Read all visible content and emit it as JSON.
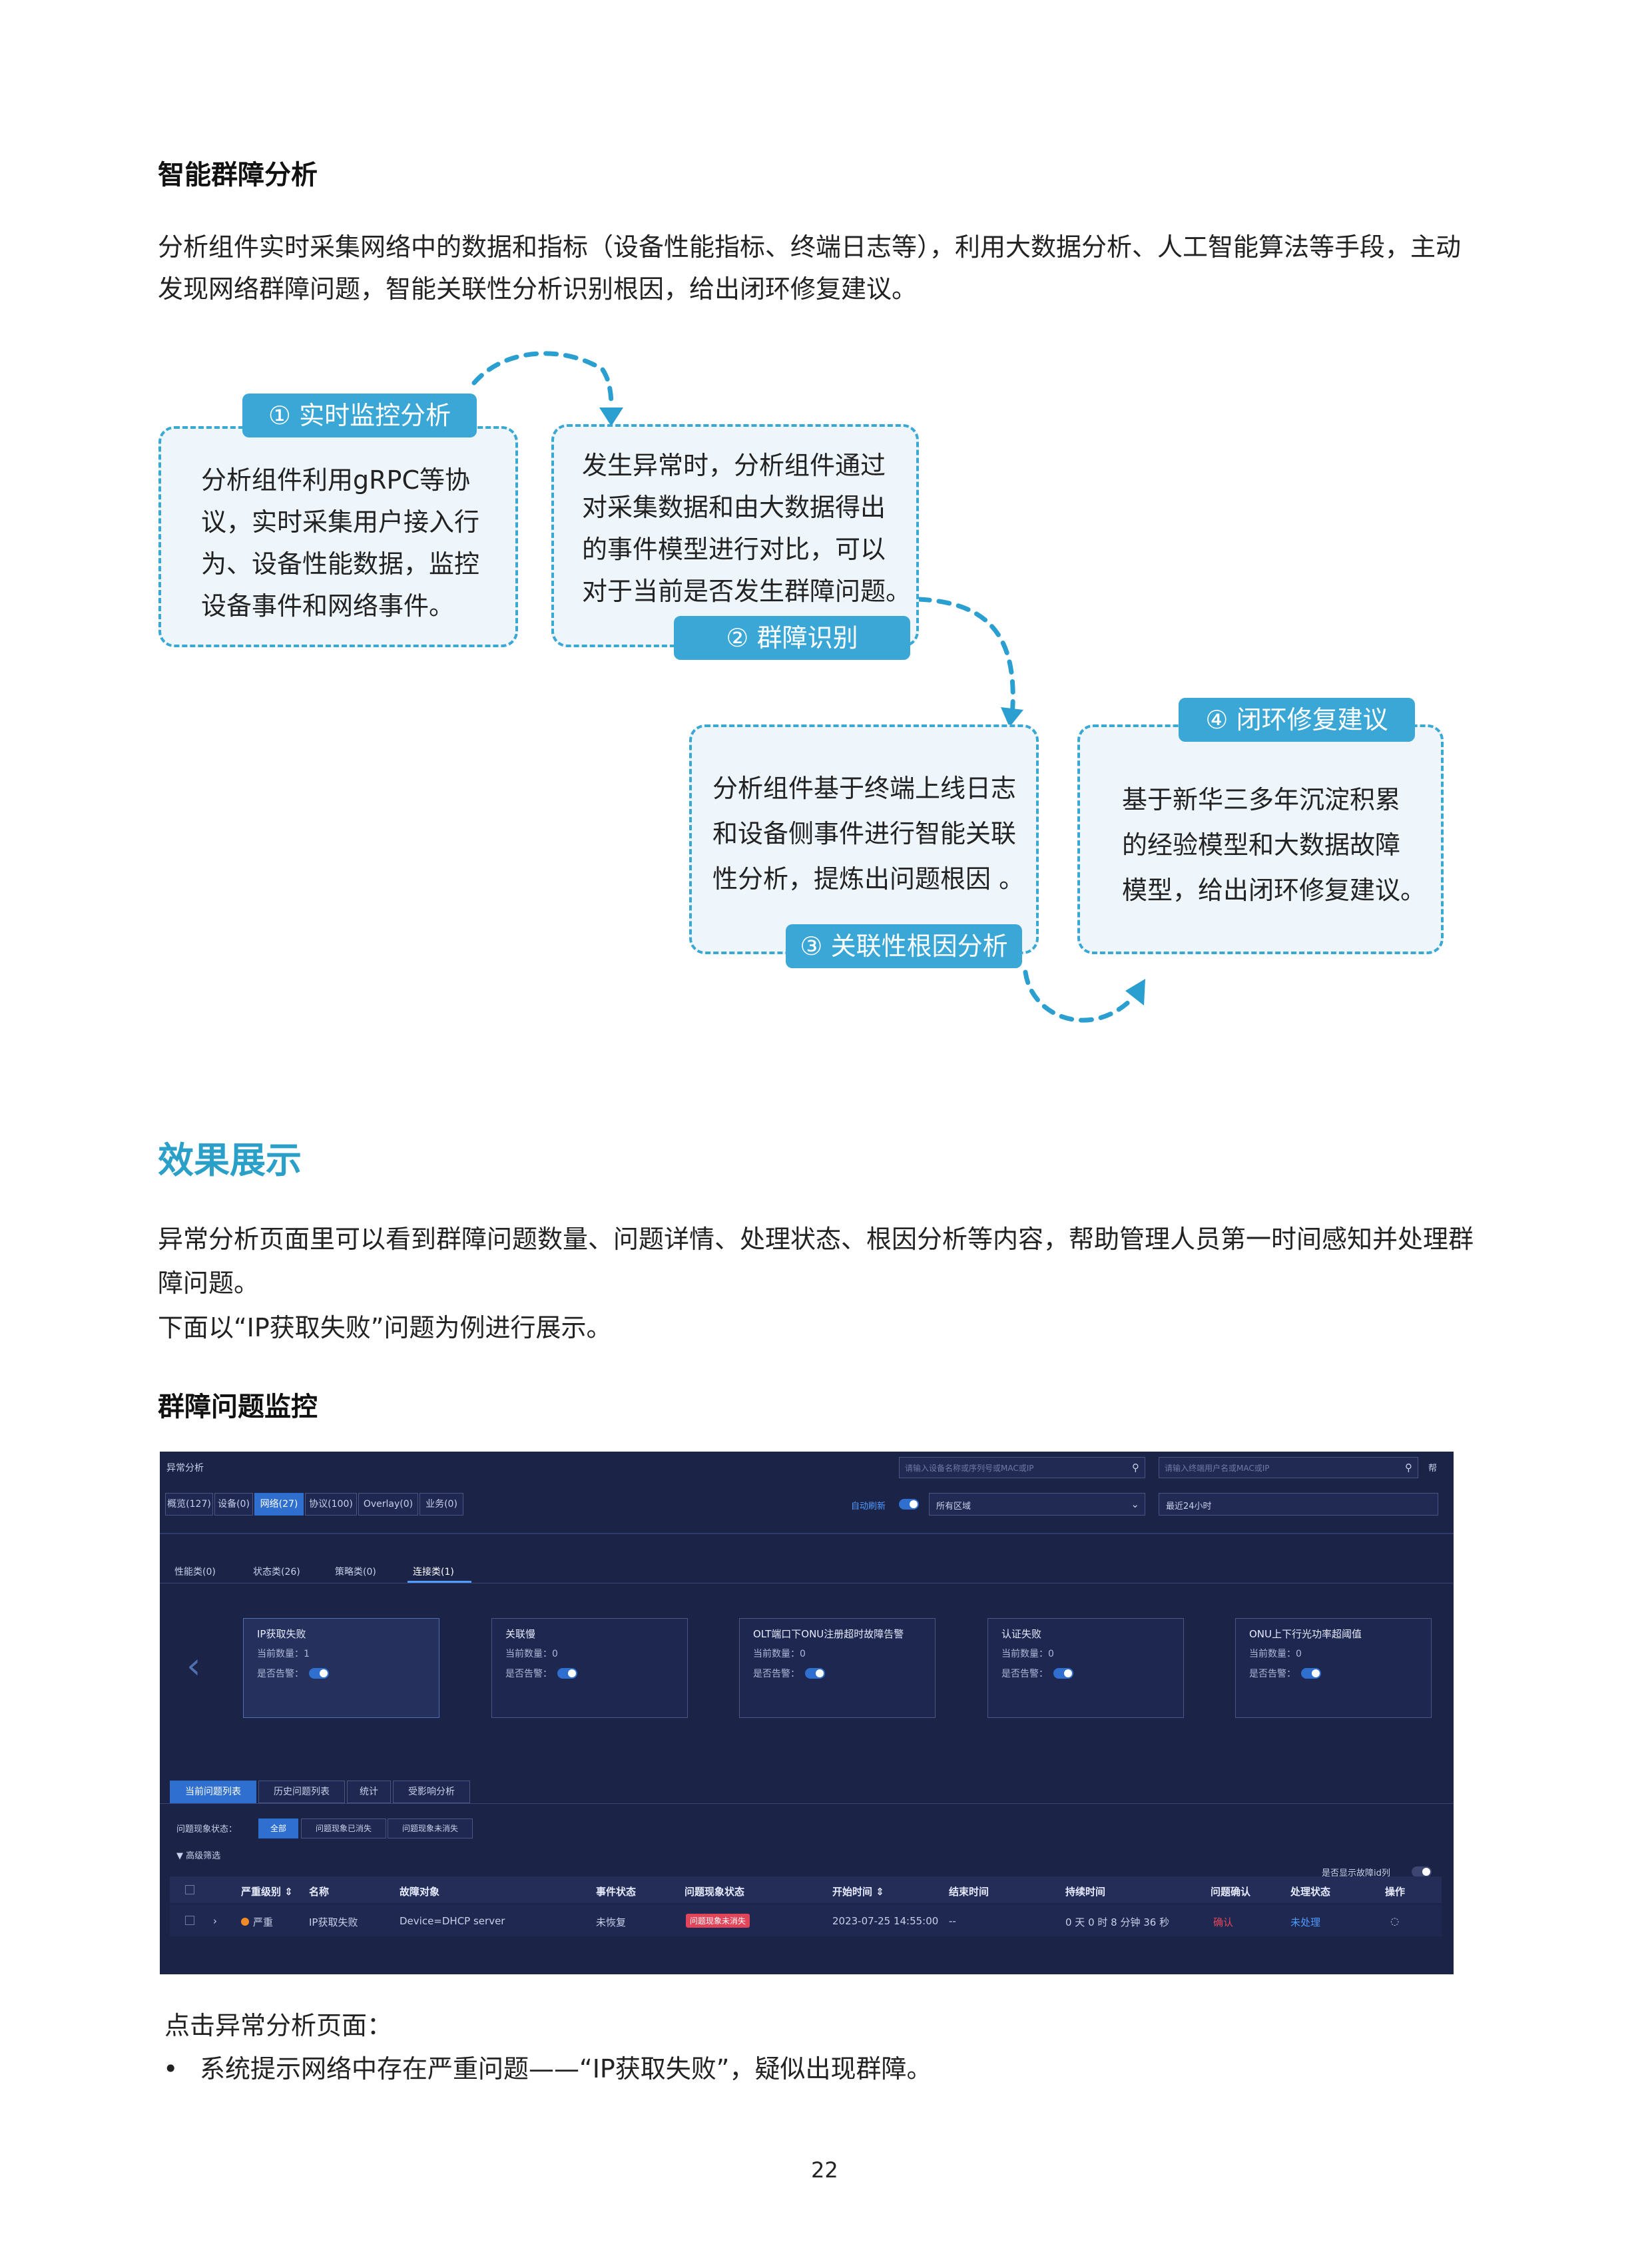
{
  "section1": {
    "title": "智能群障分析",
    "body_line1": "分析组件实时采集网络中的数据和指标（设备性能指标、终端日志等），利用大数据分析、人工智能算法等手段，主动",
    "body_line2": "发现网络群障问题，智能关联性分析识别根因，给出闭环修复建议。"
  },
  "flow": {
    "step1": {
      "label": "① 实时监控分析",
      "lines": [
        "分析组件利用gRPC等协",
        "议，实时采集用户接入行",
        "为、设备性能数据，监控",
        "设备事件和网络事件。"
      ]
    },
    "step2": {
      "label": "② 群障识别",
      "lines": [
        "发生异常时，分析组件通过",
        "对采集数据和由大数据得出",
        "的事件模型进行对比，可以",
        "对于当前是否发生群障问题。"
      ]
    },
    "step3": {
      "label": "③ 关联性根因分析",
      "lines": [
        "分析组件基于终端上线日志",
        "和设备侧事件进行智能关联",
        "性分析，提炼出问题根因 。"
      ]
    },
    "step4": {
      "label": "④ 闭环修复建议",
      "lines": [
        "基于新华三多年沉淀积累",
        "的经验模型和大数据故障",
        "模型，给出闭环修复建议。"
      ]
    }
  },
  "section2": {
    "title": "效果展示",
    "body_line1": "异常分析页面里可以看到群障问题数量、问题详情、处理状态、根因分析等内容，帮助管理人员第一时间感知并处理群",
    "body_line2": "障问题。",
    "body_line3": "下面以“IP获取失败”问题为例进行展示。",
    "subtitle": "群障问题监控"
  },
  "screenshot": {
    "title": "异常分析",
    "search1_placeholder": "请输入设备名称或序列号或MAC或IP",
    "search2_placeholder": "请输入终端用户名或MAC或IP",
    "help": "帮",
    "tabs": [
      "概览(127)",
      "设备(0)",
      "网络(27)",
      "协议(100)",
      "Overlay(0)",
      "业务(0)"
    ],
    "auto_refresh": "自动刷新",
    "region": "所有区域",
    "timerange": "最近24小时",
    "subtabs": [
      "性能类(0)",
      "状态类(26)",
      "策略类(0)",
      "连接类(1)"
    ],
    "cards": [
      {
        "title": "IP获取失败",
        "count": "当前数量：1",
        "alarm": "是否告警："
      },
      {
        "title": "关联慢",
        "count": "当前数量：0",
        "alarm": "是否告警："
      },
      {
        "title": "OLT端口下ONU注册超时故障告警",
        "count": "当前数量：0",
        "alarm": "是否告警："
      },
      {
        "title": "认证失败",
        "count": "当前数量：0",
        "alarm": "是否告警："
      },
      {
        "title": "ONU上下行光功率超阈值",
        "count": "当前数量：0",
        "alarm": "是否告警："
      }
    ],
    "list_tabs": [
      "当前问题列表",
      "历史问题列表",
      "统计",
      "受影响分析"
    ],
    "filter_label": "问题现象状态：",
    "filters": [
      "全部",
      "问题现象已消失",
      "问题现象未消失"
    ],
    "advanced": "▼ 高级筛选",
    "show_id": "是否显示故障id列",
    "columns": [
      "严重级别 ⇕",
      "名称",
      "故障对象",
      "事件状态",
      "问题现象状态",
      "开始时间 ⇕",
      "结束时间",
      "持续时间",
      "问题确认",
      "处理状态",
      "操作"
    ],
    "row": {
      "severity": "严重",
      "name": "IP获取失败",
      "object": "Device=DHCP server",
      "event_state": "未恢复",
      "phenomenon": "问题现象未消失",
      "start": "2023-07-25 14:55:00",
      "end": "--",
      "duration": "0 天 0 时 8 分钟 36 秒",
      "confirm": "确认",
      "handle": "未处理",
      "op": "◌"
    }
  },
  "after": {
    "line1": "点击异常分析页面：",
    "bullet": "系统提示网络中存在严重问题——“IP获取失败”，疑似出现群障。"
  },
  "page_number": "22"
}
